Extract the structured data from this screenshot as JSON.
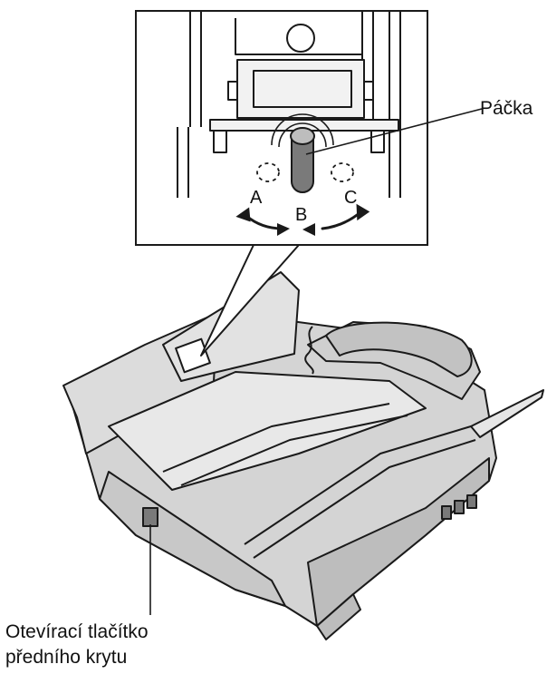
{
  "labels": {
    "lever": "Páčka",
    "position_a": "A",
    "position_b": "B",
    "position_c": "C",
    "button_line1": "Otevírací tlačítko",
    "button_line2": "předního krytu"
  },
  "colors": {
    "line": "#1a1a1a",
    "body_shade": "#d4d4d4",
    "panel": "#ffffff",
    "dark_part": "#7a7a7a"
  }
}
